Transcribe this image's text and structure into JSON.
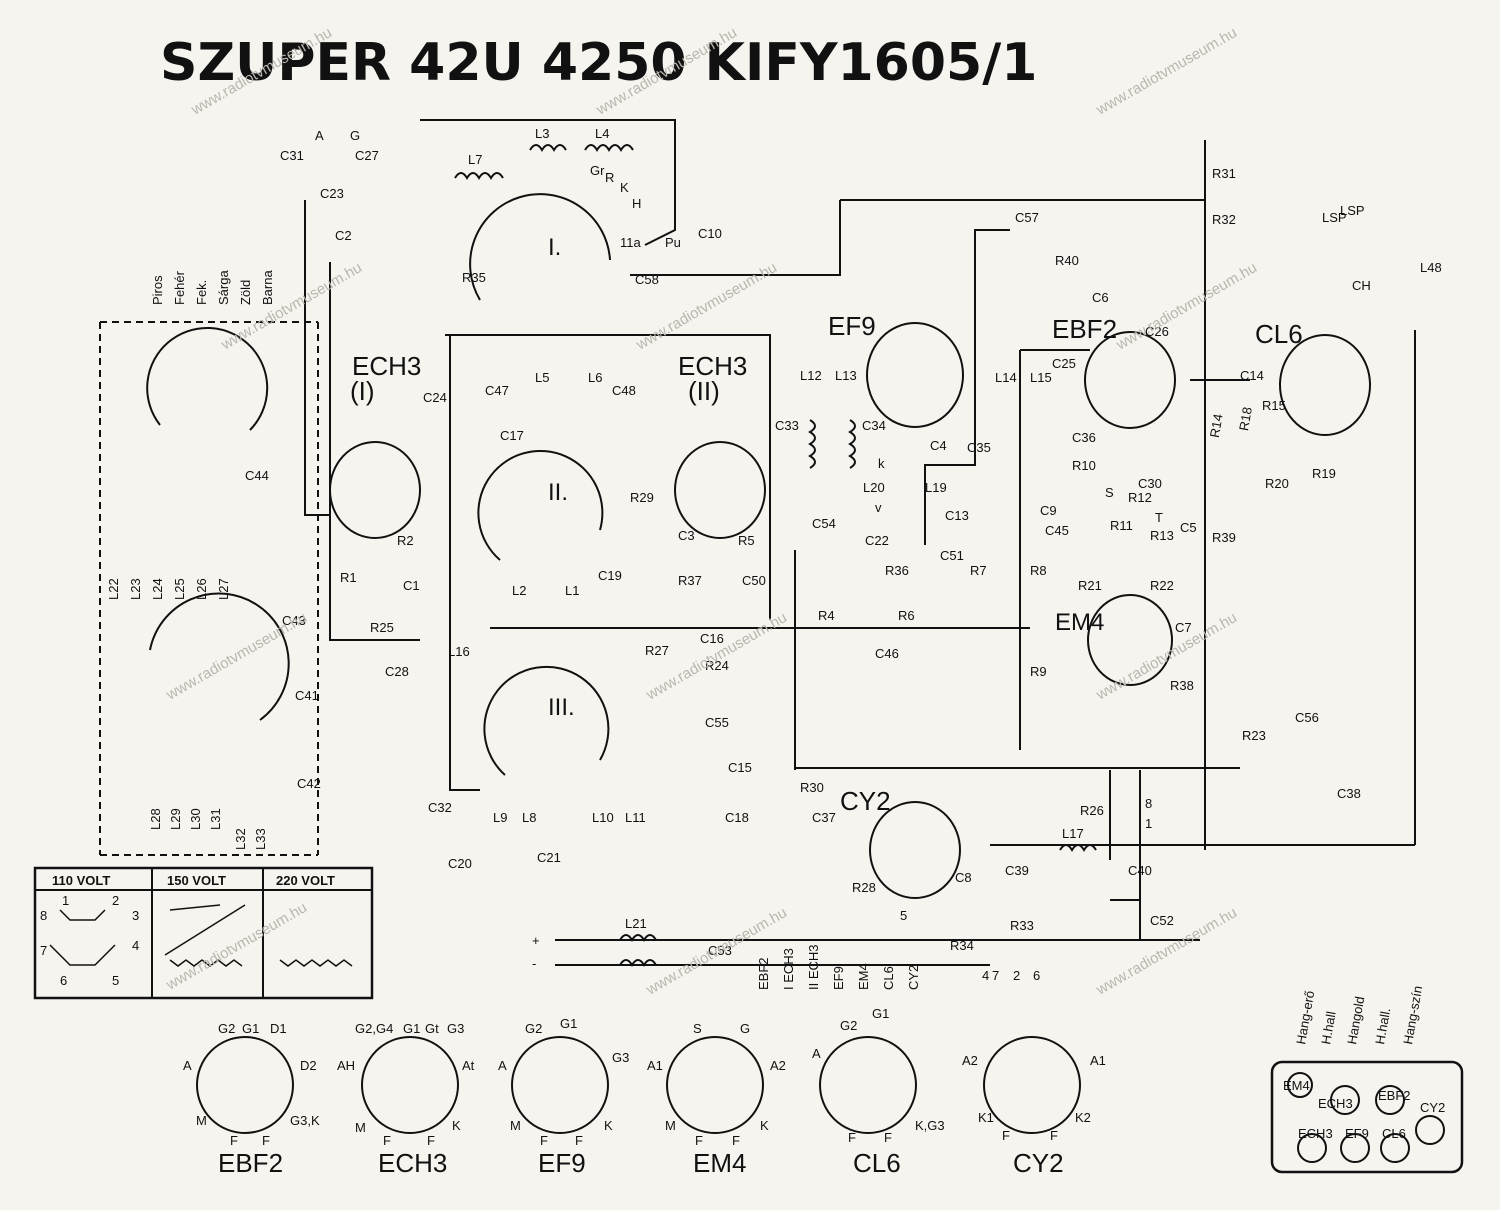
{
  "title": "SZUPER 42U  4250   KIFY1605/1",
  "watermark": "www.radiotvmuseum.hu",
  "colors": {
    "ink": "#111111",
    "paper": "#f6f4ef",
    "watermark": "#b9b6ae"
  },
  "tubes": {
    "ech3_1": {
      "name": "ECH3",
      "sub": "(I)"
    },
    "ech3_2": {
      "name": "ECH3",
      "sub": "(II)"
    },
    "ef9": "EF9",
    "ebf2": "EBF2",
    "cl6": "CL6",
    "em4": "EM4",
    "cy2": "CY2"
  },
  "switches": {
    "s1": "I.",
    "s2": "II.",
    "s3": "III."
  },
  "wire_colors": [
    "Piros",
    "Fehér",
    "Fek.",
    "Sárga",
    "Zöld",
    "Barna"
  ],
  "voltage_table": {
    "headers": [
      "110 VOLT",
      "150 VOLT",
      "220 VOLT"
    ]
  },
  "voltage_digits": [
    "1",
    "2",
    "3",
    "4",
    "5",
    "6",
    "7",
    "8"
  ],
  "labels_left": [
    "L22",
    "L23",
    "L24",
    "L25",
    "L26",
    "L27",
    "L28",
    "L29",
    "L30",
    "L31",
    "L32",
    "L33"
  ],
  "components": {
    "top": [
      "C31",
      "C27",
      "C23",
      "C2",
      "L7",
      "L3",
      "L4",
      "C10",
      "C58",
      "R35",
      "11a",
      "Pu"
    ],
    "mid": [
      "C24",
      "C47",
      "C17",
      "L5",
      "L6",
      "C48",
      "C19",
      "L2",
      "L1",
      "R29",
      "C3",
      "R5",
      "R37",
      "C50",
      "R1",
      "R2",
      "C1",
      "C43",
      "R25",
      "C28",
      "L16",
      "C44",
      "C41",
      "C42"
    ],
    "right": [
      "L12",
      "L13",
      "L14",
      "L15",
      "C33",
      "C34",
      "C35",
      "C36",
      "C4",
      "L20",
      "L19",
      "C22",
      "C13",
      "R36",
      "C51",
      "R7",
      "C54",
      "C57",
      "R40",
      "C6",
      "C25",
      "C26",
      "R10",
      "C9",
      "C45",
      "R11",
      "R12",
      "C30",
      "R13",
      "C5",
      "R39",
      "R21",
      "R22",
      "C7",
      "R38",
      "R8",
      "R9",
      "R31",
      "R32",
      "R14",
      "R18",
      "C14",
      "R15",
      "R20",
      "R19",
      "CH",
      "L48",
      "LSP",
      "R4",
      "R6",
      "C16",
      "C46",
      "R27",
      "R24",
      "C55",
      "C15",
      "C18",
      "R30",
      "C37",
      "L10",
      "L11",
      "L9",
      "L8",
      "C32",
      "C20",
      "C21",
      "R23",
      "C56",
      "C38",
      "R26",
      "L17",
      "C39",
      "C40",
      "C8",
      "R28",
      "C52",
      "R33",
      "R34",
      "L21",
      "C53"
    ]
  },
  "heater_chain": [
    "EBF2",
    "I ECH3",
    "II ECH3",
    "EF9",
    "EM4",
    "CL6",
    "CY2"
  ],
  "pinouts": [
    {
      "name": "EBF2",
      "pins": [
        "G2",
        "G1",
        "D1",
        "A",
        "D2",
        "M",
        "F",
        "F",
        "G3,K"
      ]
    },
    {
      "name": "ECH3",
      "pins": [
        "G2,G4",
        "G1",
        "Gt",
        "G3",
        "AH",
        "At",
        "M",
        "F",
        "F",
        "K"
      ]
    },
    {
      "name": "EF9",
      "pins": [
        "G2",
        "G1",
        "A",
        "G3",
        "M",
        "F",
        "F",
        "K"
      ]
    },
    {
      "name": "EM4",
      "pins": [
        "S",
        "G",
        "A1",
        "A2",
        "M",
        "F",
        "F",
        "K"
      ]
    },
    {
      "name": "CL6",
      "pins": [
        "G2",
        "G1",
        "A",
        "F",
        "F",
        "K,G3"
      ]
    },
    {
      "name": "CY2",
      "pins": [
        "A2",
        "A1",
        "K1",
        "F",
        "F",
        "K2"
      ]
    }
  ],
  "chassis_labels": [
    "Hang-erő",
    "H.hall",
    "Hangold",
    "H.hall.",
    "Hang-szín"
  ],
  "chassis_tubes": [
    "EM4",
    "ECH3",
    "EBF2",
    "CY2",
    "ECH3",
    "EF9",
    "CL6"
  ],
  "misc_labels": [
    "A",
    "G",
    "LSP",
    "Gr",
    "R",
    "K",
    "H",
    "S",
    "T",
    "k",
    "v",
    "8",
    "1",
    "5",
    "4",
    "7",
    "2",
    "6",
    "+",
    "-"
  ]
}
